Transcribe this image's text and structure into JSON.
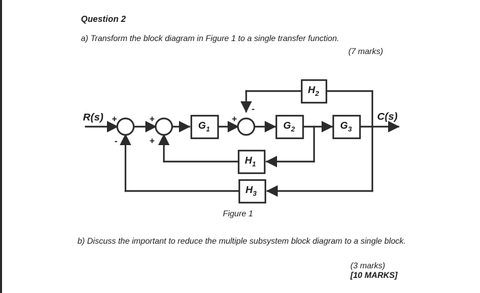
{
  "document": {
    "question_title": "Question 2",
    "part_a": "a) Transform the block diagram in Figure 1 to a single transfer function.",
    "part_a_marks": "(7 marks)",
    "figure_caption": "Figure 1",
    "part_b": "b) Discuss the important to reduce the multiple subsystem block diagram to a single block.",
    "part_b_marks": "(3 marks)",
    "total_marks": "[10 MARKS]"
  },
  "diagram": {
    "input_label": "R(s)",
    "output_label": "C(s)",
    "blocks": [
      {
        "id": "G1",
        "base": "G",
        "sub": "1"
      },
      {
        "id": "G2",
        "base": "G",
        "sub": "2"
      },
      {
        "id": "G3",
        "base": "G",
        "sub": "3"
      },
      {
        "id": "H1",
        "base": "H",
        "sub": "1"
      },
      {
        "id": "H2",
        "base": "H",
        "sub": "2"
      },
      {
        "id": "H3",
        "base": "H",
        "sub": "3"
      }
    ],
    "summing_junctions": [
      {
        "id": "sum1",
        "input_sign": "+",
        "feedback_sign": "-",
        "feedback_from": "H3"
      },
      {
        "id": "sum2",
        "input_sign": "+",
        "feedback_sign": "+",
        "feedback_from": "H1"
      },
      {
        "id": "sum3",
        "input_sign": "+",
        "feedback_sign": "-",
        "feedback_from": "H2"
      }
    ],
    "colors": {
      "line": "#2b2b2b",
      "background": "#ffffff",
      "text": "#1a1a1a"
    }
  }
}
